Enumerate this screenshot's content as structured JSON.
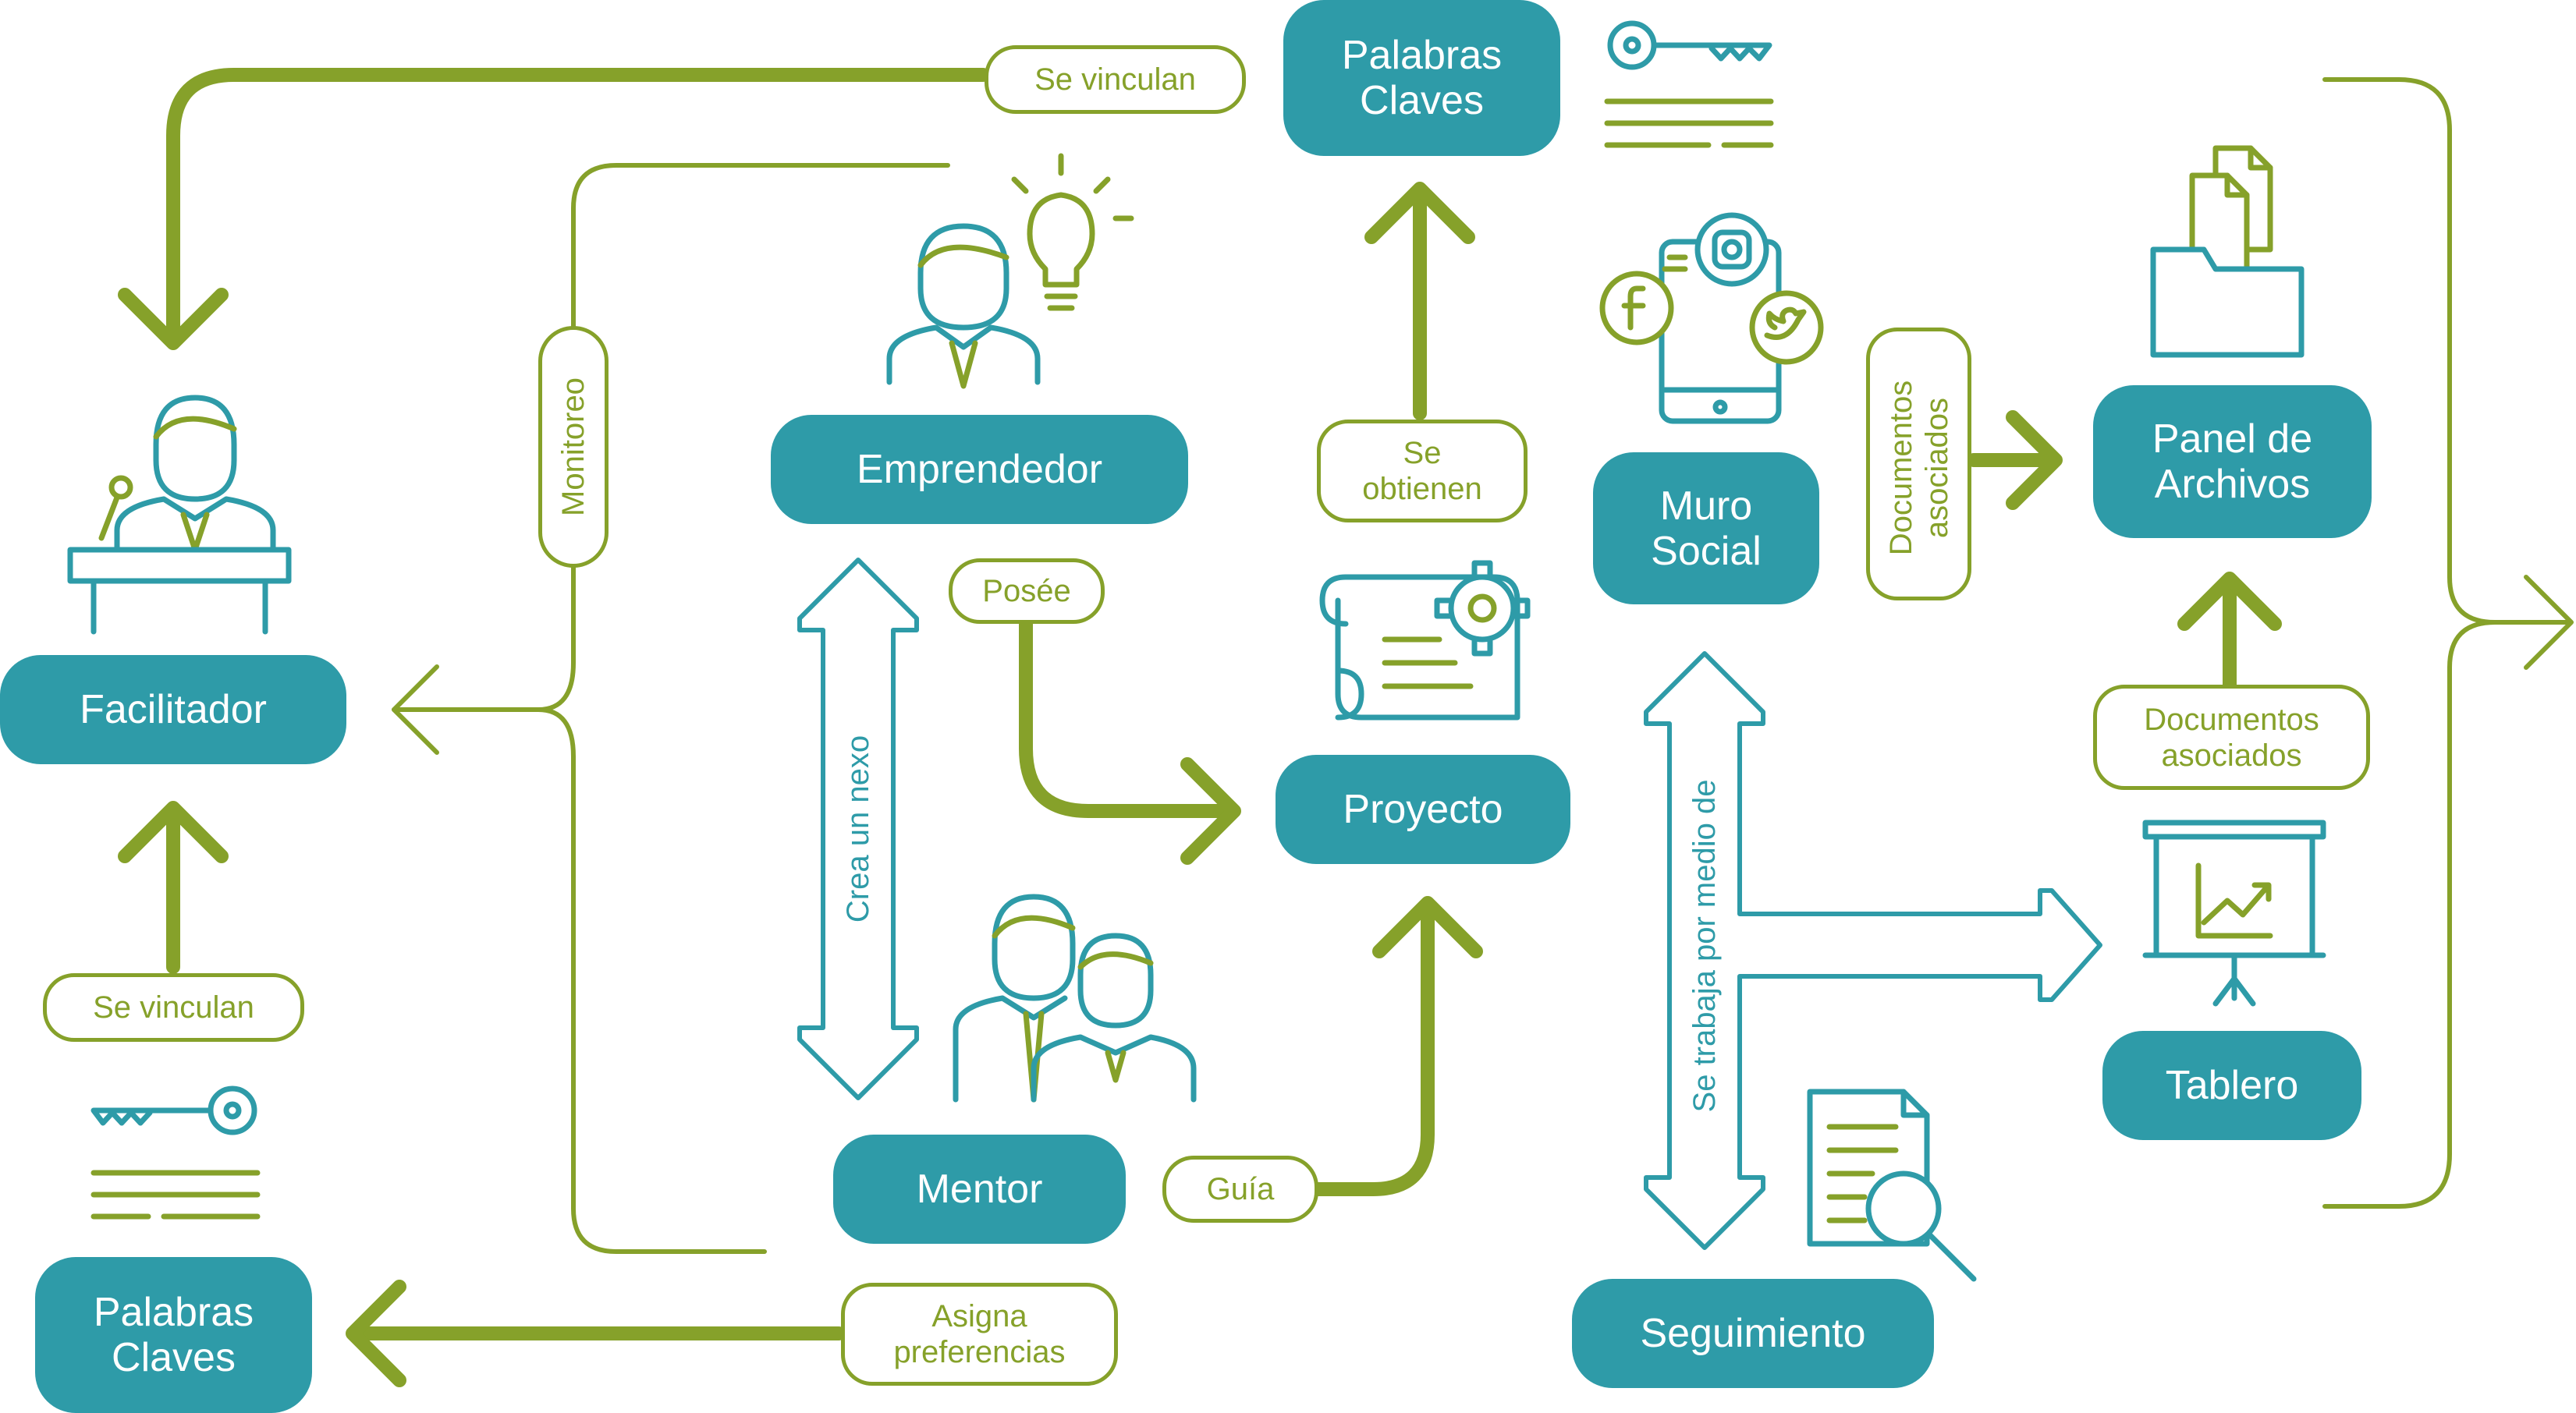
{
  "colors": {
    "teal": "#2e9ba8",
    "green": "#86a12a",
    "white": "#ffffff"
  },
  "nodes": {
    "facilitador": "Facilitador",
    "palabras_claves_top": "Palabras\nClaves",
    "palabras_claves_bottom": "Palabras\nClaves",
    "emprendedor": "Emprendedor",
    "mentor": "Mentor",
    "proyecto": "Proyecto",
    "muro_social": "Muro\nSocial",
    "panel_archivos": "Panel de\nArchivos",
    "tablero": "Tablero",
    "seguimiento": "Seguimiento"
  },
  "labels": {
    "se_vinculan_top": "Se vinculan",
    "se_vinculan_bottom": "Se vinculan",
    "monitoreo": "Monitoreo",
    "se_obtienen": "Se\nobtienen",
    "posee": "Posée",
    "crea_un_nexo": "Crea un nexo",
    "guia": "Guía",
    "asigna_preferencias": "Asigna\npreferencias",
    "documentos_asociados_vertical": "Documentos\nasociados",
    "documentos_asociados": "Documentos\nasociados",
    "se_trabaja": "Se trabaja por medio de"
  },
  "icons": [
    "key-icon",
    "lightbulb-icon",
    "person-icon",
    "podium-speaker-icon",
    "mentors-icon",
    "scroll-gear-icon",
    "social-phone-icon",
    "facebook-icon",
    "instagram-icon",
    "twitter-icon",
    "files-folder-icon",
    "dashboard-chart-icon",
    "document-search-icon"
  ]
}
